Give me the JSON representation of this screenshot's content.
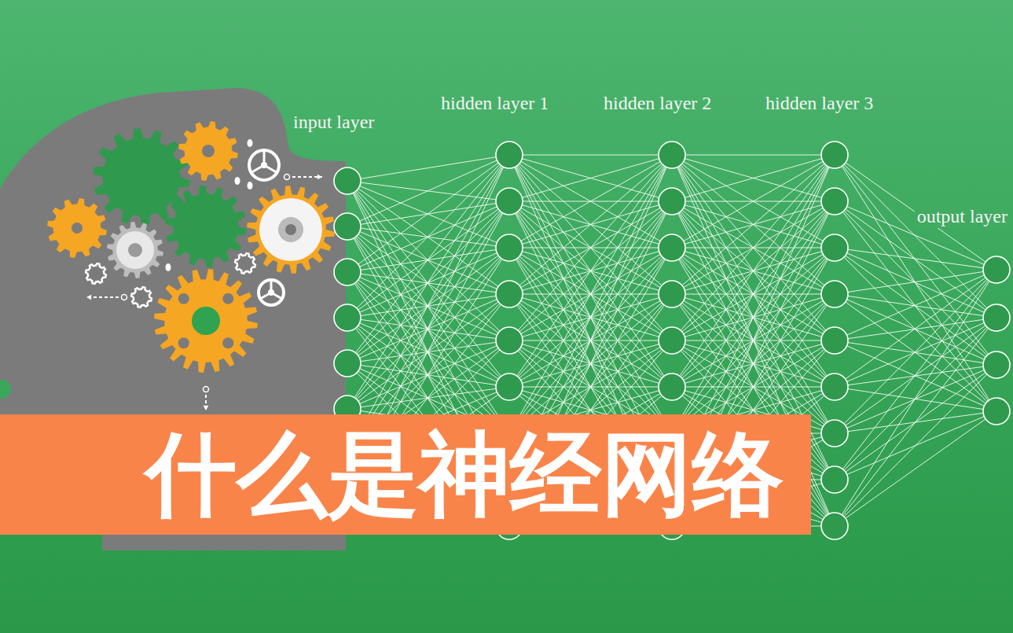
{
  "diagram": {
    "nodes": [
      {
        "text": [
          "什么是神经网络"
        ]
      }
    ],
    "labels": [
      "input layer",
      "hidden layer 1",
      "hidden layer 2",
      "hidden layer 3",
      "output layer"
    ]
  }
}
